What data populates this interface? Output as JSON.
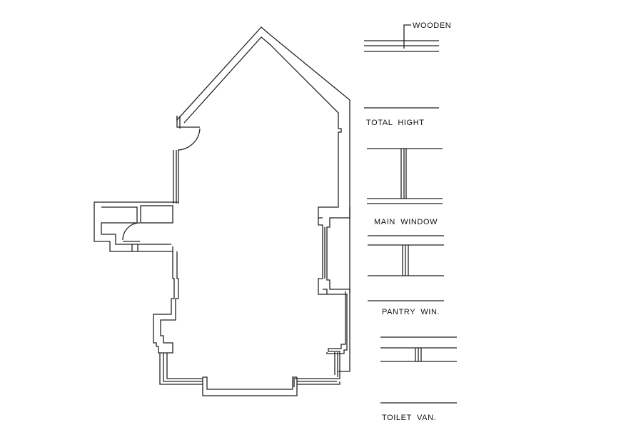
{
  "drawing": {
    "title": "Floor plan with window/door detail legend",
    "line_color": "#222222",
    "background": "#ffffff"
  },
  "legend": {
    "items": [
      {
        "label": "WOODEN"
      },
      {
        "label": "TOTAL  HIGHT"
      },
      {
        "label": "MAIN  WINDOW"
      },
      {
        "label": "PANTRY  WIN."
      },
      {
        "label": "TOILET  VAN."
      }
    ]
  }
}
